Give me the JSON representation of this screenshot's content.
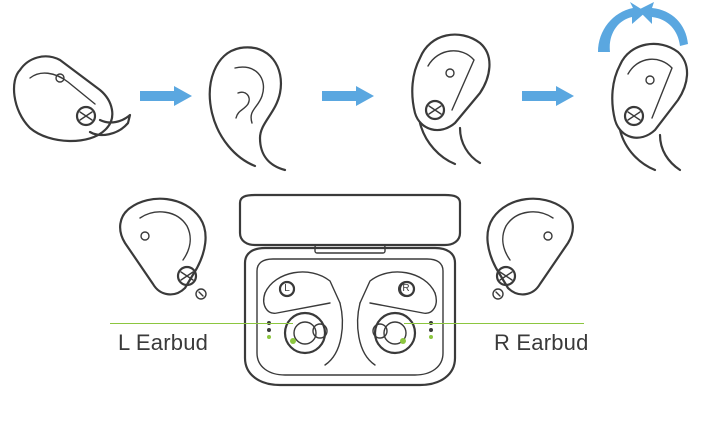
{
  "labels": {
    "left_earbud": "L Earbud",
    "right_earbud": "R Earbud",
    "left_marker": "L",
    "right_marker": "R"
  },
  "colors": {
    "arrow": "#5aa7e0",
    "accent_line": "#8cc63f",
    "outline": "#3a3a3a"
  },
  "icons": [
    "earbud-icon",
    "ear-icon",
    "arrow-right-icon",
    "rotate-arrows-icon",
    "charging-case-icon"
  ]
}
